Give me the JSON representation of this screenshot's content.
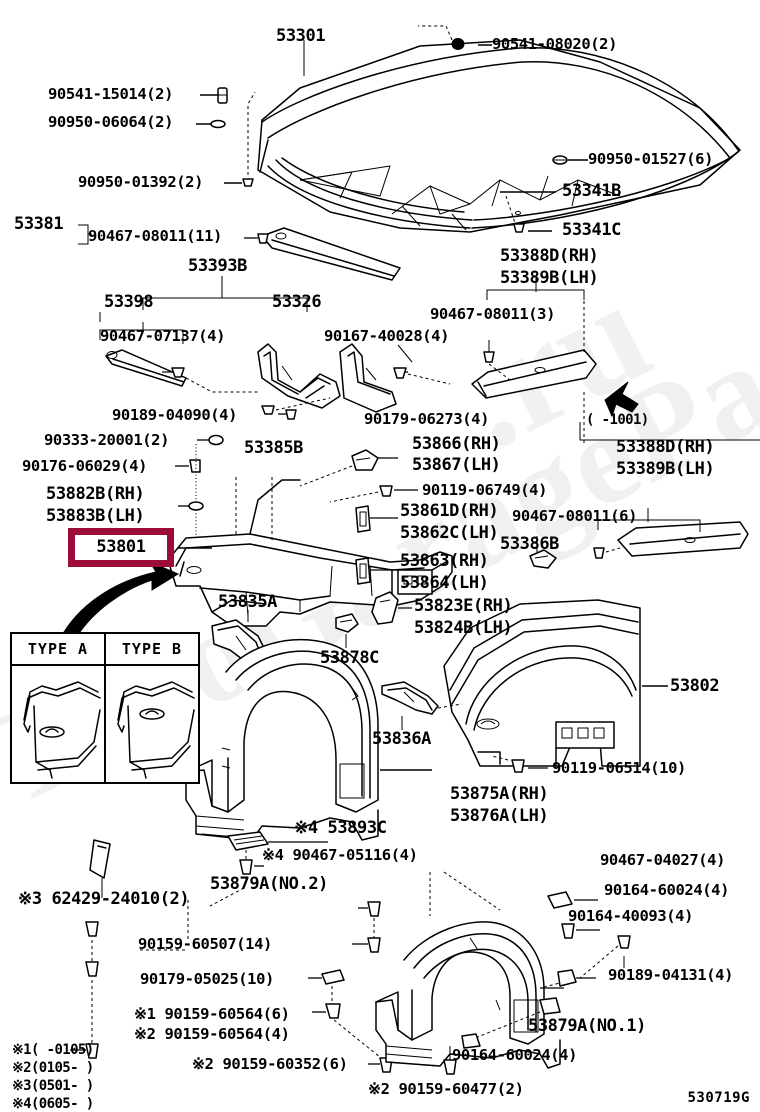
{
  "diagram": {
    "code": "530719G",
    "watermark": "ToyoGarageParts",
    "watermark2": ".ru"
  },
  "highlight": {
    "part_number": "53801",
    "color": "#9d0b38"
  },
  "inset": {
    "type_a": "TYPE A",
    "type_b": "TYPE B"
  },
  "labels": {
    "hood": "53301",
    "bolt_90541_15014": "90541-15014(2)",
    "clip_90950_06064": "90950-06064(2)",
    "clip_90950_01392": "90950-01392(2)",
    "bolt_90541_08020": "90541-08020(2)",
    "clip_90950_01527": "90950-01527(6)",
    "insulator_53341b": "53341B",
    "clip_53341c": "53341C",
    "part_53381": "53381",
    "clip_90467_08011_11": "90467-08011(11)",
    "part_53393b": "53393B",
    "part_53398": "53398",
    "part_53326": "53326",
    "clip_90467_07137": "90467-07137(4)",
    "clip_90167_40028": "90167-40028(4)",
    "bracket_53388d_rh": "53388D(RH)",
    "bracket_53389b_lh": "53389B(LH)",
    "clip_90467_08011_3": "90467-08011(3)",
    "bolt_90189_04090": "90189-04090(4)",
    "nut_90333_20001": "90333-20001(2)",
    "grommet_90176_06029": "90176-06029(4)",
    "part_53882b_rh": "53882B(RH)",
    "part_53883b_lh": "53883B(LH)",
    "part_53385b": "53385B",
    "screw_90179_06273": "90179-06273(4)",
    "part_53866_rh": "53866(RH)",
    "part_53867_lh": "53867(LH)",
    "screw_90119_06749": "90119-06749(4)",
    "part_53861d_rh": "53861D(RH)",
    "part_53862c_lh": "53862C(LH)",
    "part_53863_rh": "53863(RH)",
    "part_53864_lh": "53864(LH)",
    "part_53823e_rh": "53823E(RH)",
    "part_53824b_lh": "53824B(LH)",
    "part_53386b": "53386B",
    "note_range": "(      -1001)",
    "bracket2_53388d_rh": "53388D(RH)",
    "bracket2_53389b_lh": "53389B(LH)",
    "clip_90467_08011_6": "90467-08011(6)",
    "part_53835a": "53835A",
    "part_53878c": "53878C",
    "part_53836a": "53836A",
    "fender_53802": "53802",
    "bolt_90119_06514": "90119-06514(10)",
    "liner_53875a_rh": "53875A(RH)",
    "liner_53876a_lh": "53876A(LH)",
    "part_53893c": "※4 53893C",
    "clip_90467_05116": "※4 90467-05116(4)",
    "part_53879a_no2": "53879A(NO.2)",
    "part_62429_24010": "※3 62429-24010(2)",
    "clip_90159_60507": "90159-60507(14)",
    "clip_90179_05025": "90179-05025(10)",
    "clip_90159_60564_6": "※1 90159-60564(6)",
    "clip_90159_60564_4": "※2 90159-60564(4)",
    "clip_90159_60352": "※2 90159-60352(6)",
    "clip_90159_60477": "※2 90159-60477(2)",
    "clip_90467_04027": "90467-04027(4)",
    "clip_90164_60024_a": "90164-60024(4)",
    "clip_90164_40093": "90164-40093(4)",
    "clip_90189_04131": "90189-04131(4)",
    "part_53879a_no1": "53879A(NO.1)",
    "clip_90164_60024_b": "90164-60024(4)"
  },
  "legend": [
    "※1(       -0105)",
    "※2(0105-       )",
    "※3(0501-       )",
    "※4(0605-       )"
  ]
}
